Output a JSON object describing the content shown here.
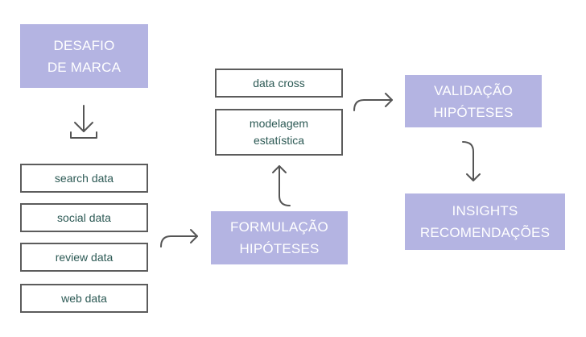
{
  "nodes": {
    "desafio": {
      "line1": "DESAFIO",
      "line2": "DE MARCA"
    },
    "sources": [
      "search data",
      "social data",
      "review data",
      "web data"
    ],
    "formulacao": {
      "line1": "FORMULAÇÃO",
      "line2": "HIPÓTESES"
    },
    "data_cross": "data cross",
    "modelagem": {
      "line1": "modelagem",
      "line2": "estatística"
    },
    "validacao": {
      "line1": "VALIDAÇÃO",
      "line2": "HIPÓTESES"
    },
    "insights": {
      "line1": "INSIGHTS",
      "line2": "RECOMENDAÇÕES"
    }
  },
  "colors": {
    "filled_box": "#b4b4e2",
    "filled_text": "#ffffff",
    "outline": "#5c5c5c",
    "outline_text": "#2d5a55",
    "arrow": "#555555"
  }
}
